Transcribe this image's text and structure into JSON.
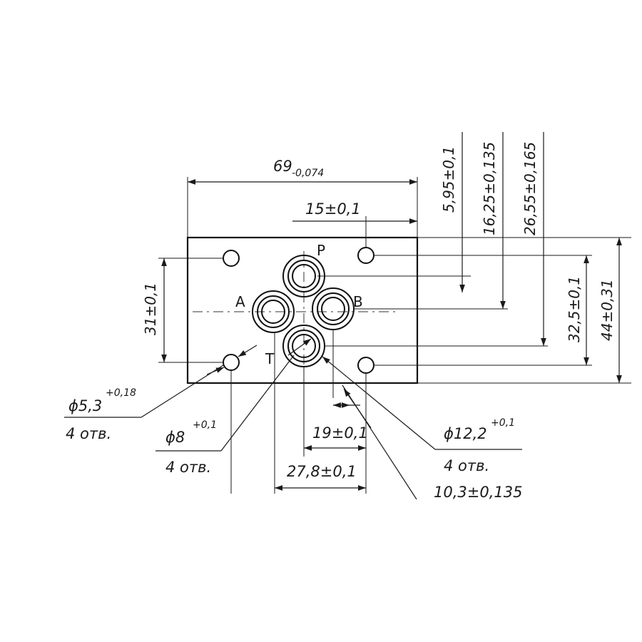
{
  "dimensions": {
    "width_total": "69",
    "width_tolerance": "-0,074",
    "offset_15": "15±0,1",
    "dim_595": "5,95±0,1",
    "dim_1625": "16,25±0,135",
    "dim_2655": "26,55±0,165",
    "dim_31": "31±0,1",
    "dim_325": "32,5±0,1",
    "dim_44": "44±0,31",
    "dim_19": "19±0,1",
    "dim_278": "27,8±0,1",
    "dim_103": "10,3±0,135"
  },
  "callouts": {
    "hole_53": {
      "size": "ϕ5,3",
      "tol": "+0,18",
      "qty": "4 отв."
    },
    "hole_8": {
      "size": "ϕ8",
      "tol": "+0,1",
      "qty": "4 отв."
    },
    "hole_122": {
      "size": "ϕ12,2",
      "tol": "+0,1",
      "qty": "4 отв."
    }
  },
  "ports": {
    "p": "P",
    "a": "A",
    "b": "B",
    "t": "T"
  }
}
